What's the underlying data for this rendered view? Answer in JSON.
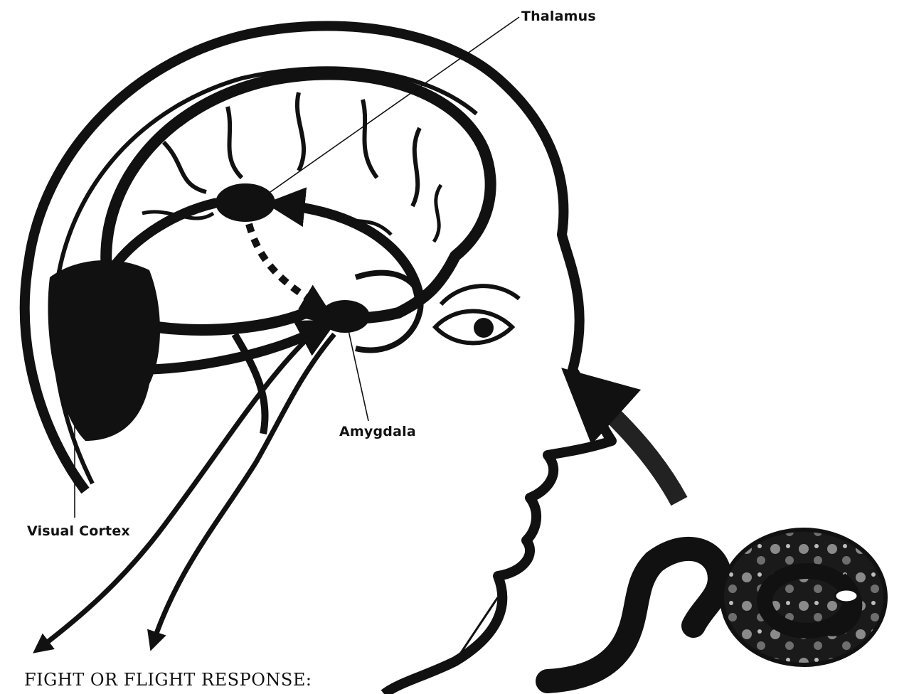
{
  "labels": {
    "thalamus": "Thalamus",
    "amygdala": "Amygdala",
    "visual_cortex": "Visual Cortex"
  },
  "caption": "FIGHT OR FLIGHT RESPONSE:",
  "colors": {
    "ink": "#111111",
    "paper": "#ffffff",
    "snake_pattern": "#9a9a9a"
  },
  "icons": [
    "head-profile-icon",
    "brain-icon",
    "eye-icon",
    "snake-icon"
  ]
}
